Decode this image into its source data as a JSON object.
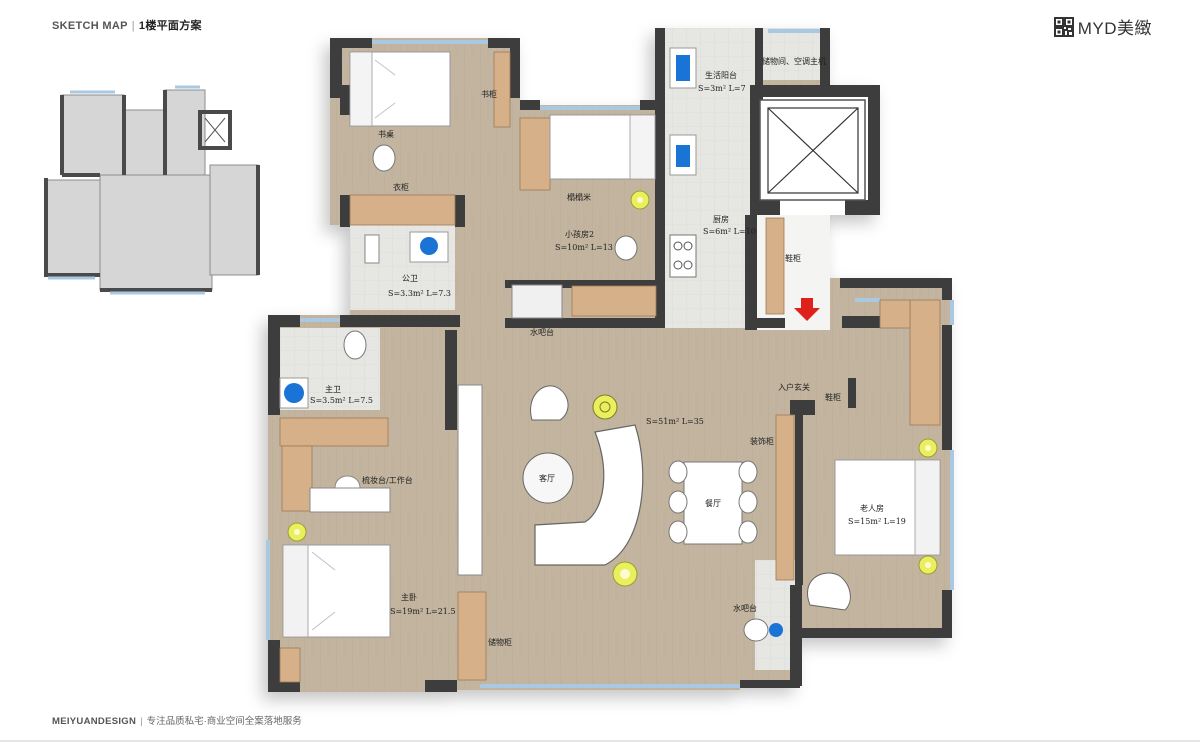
{
  "header": {
    "section": "SKETCH MAP",
    "separator": "|",
    "title": "1楼平面方案"
  },
  "brand": {
    "logo_icon": "qr-logo-icon",
    "name": "MYD美緻"
  },
  "footer": {
    "company": "MEIYUANDESIGN",
    "separator": "|",
    "tagline": "专注品质私宅·商业空间全案落地服务"
  },
  "colors": {
    "wall": "#3d3d3d",
    "floor_wood": "#c2b49e",
    "tile": "#e3e3e1",
    "window": "#a9c8e2",
    "entrance_arrow": "#e0201b",
    "cabinet": "#d6b088"
  },
  "rooms": {
    "study": {
      "name": "书桌"
    },
    "bookshelf": {
      "name": "书柜"
    },
    "wardrobe": {
      "name": "衣柜"
    },
    "tatami": {
      "name": "榻榻米"
    },
    "kid_room": {
      "name": "小孩房2",
      "area": "S=10m² L=13"
    },
    "bathroom": {
      "name": "公卫",
      "area": "S=3.3m² L=7.3"
    },
    "bar": {
      "name": "水吧台"
    },
    "balcony": {
      "name": "生活阳台",
      "area": "S=3m² L=7"
    },
    "storage_room": {
      "name": "储物间、空调主机"
    },
    "kitchen": {
      "name": "厨房",
      "area": "S=6m² L=10"
    },
    "shoe_cabinet": {
      "name": "鞋柜"
    },
    "master_bath": {
      "name": "主卫",
      "area": "S=3.5m² L=7.5"
    },
    "vanity": {
      "name": "梳妆台/工作台"
    },
    "master_bed": {
      "name": "主卧",
      "area": "S=19m² L=21.5"
    },
    "living": {
      "name": "客厅",
      "area": "S=51m² L=35"
    },
    "dining": {
      "name": "餐厅"
    },
    "entry": {
      "name": "入户玄关"
    },
    "shoe_cab2": {
      "name": "鞋柜"
    },
    "deco_cab": {
      "name": "装饰柜"
    },
    "elder_room": {
      "name": "老人房",
      "area": "S=15m² L=19"
    },
    "bar2": {
      "name": "水吧台"
    },
    "store_cab": {
      "name": "储物柜"
    }
  }
}
